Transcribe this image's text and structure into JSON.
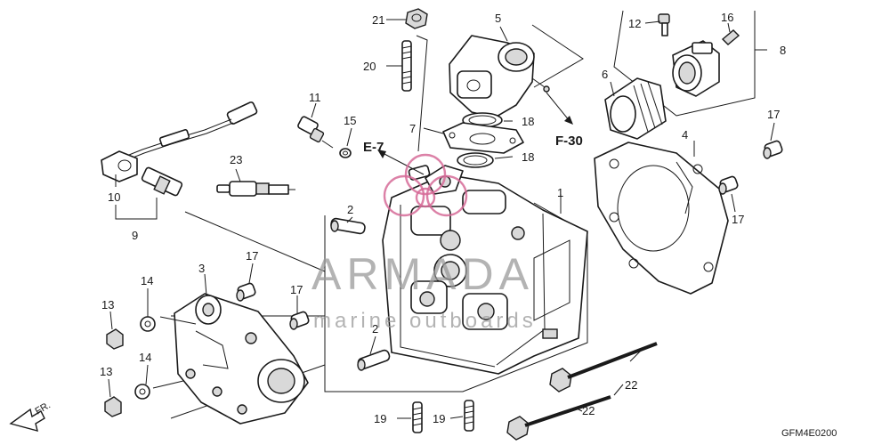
{
  "diagram": {
    "drawing_code": "GFM4E0200",
    "references": {
      "e7": "E-7",
      "f30": "F-30",
      "front": "FR."
    },
    "watermark": {
      "brand": "ARMADA",
      "tagline": "marine outboards"
    },
    "callouts": {
      "c1": "1",
      "c2a": "2",
      "c2b": "2",
      "c3": "3",
      "c4": "4",
      "c5": "5",
      "c6": "6",
      "c7": "7",
      "c8": "8",
      "c9": "9",
      "c10": "10",
      "c11": "11",
      "c12": "12",
      "c13a": "13",
      "c13b": "13",
      "c14a": "14",
      "c14b": "14",
      "c15": "15",
      "c16": "16",
      "c17a": "17",
      "c17b": "17",
      "c17c": "17",
      "c17d": "17",
      "c18a": "18",
      "c18b": "18",
      "c19a": "19",
      "c19b": "19",
      "c20": "20",
      "c21": "21",
      "c22a": "22",
      "c22b": "22",
      "c23": "23"
    }
  }
}
